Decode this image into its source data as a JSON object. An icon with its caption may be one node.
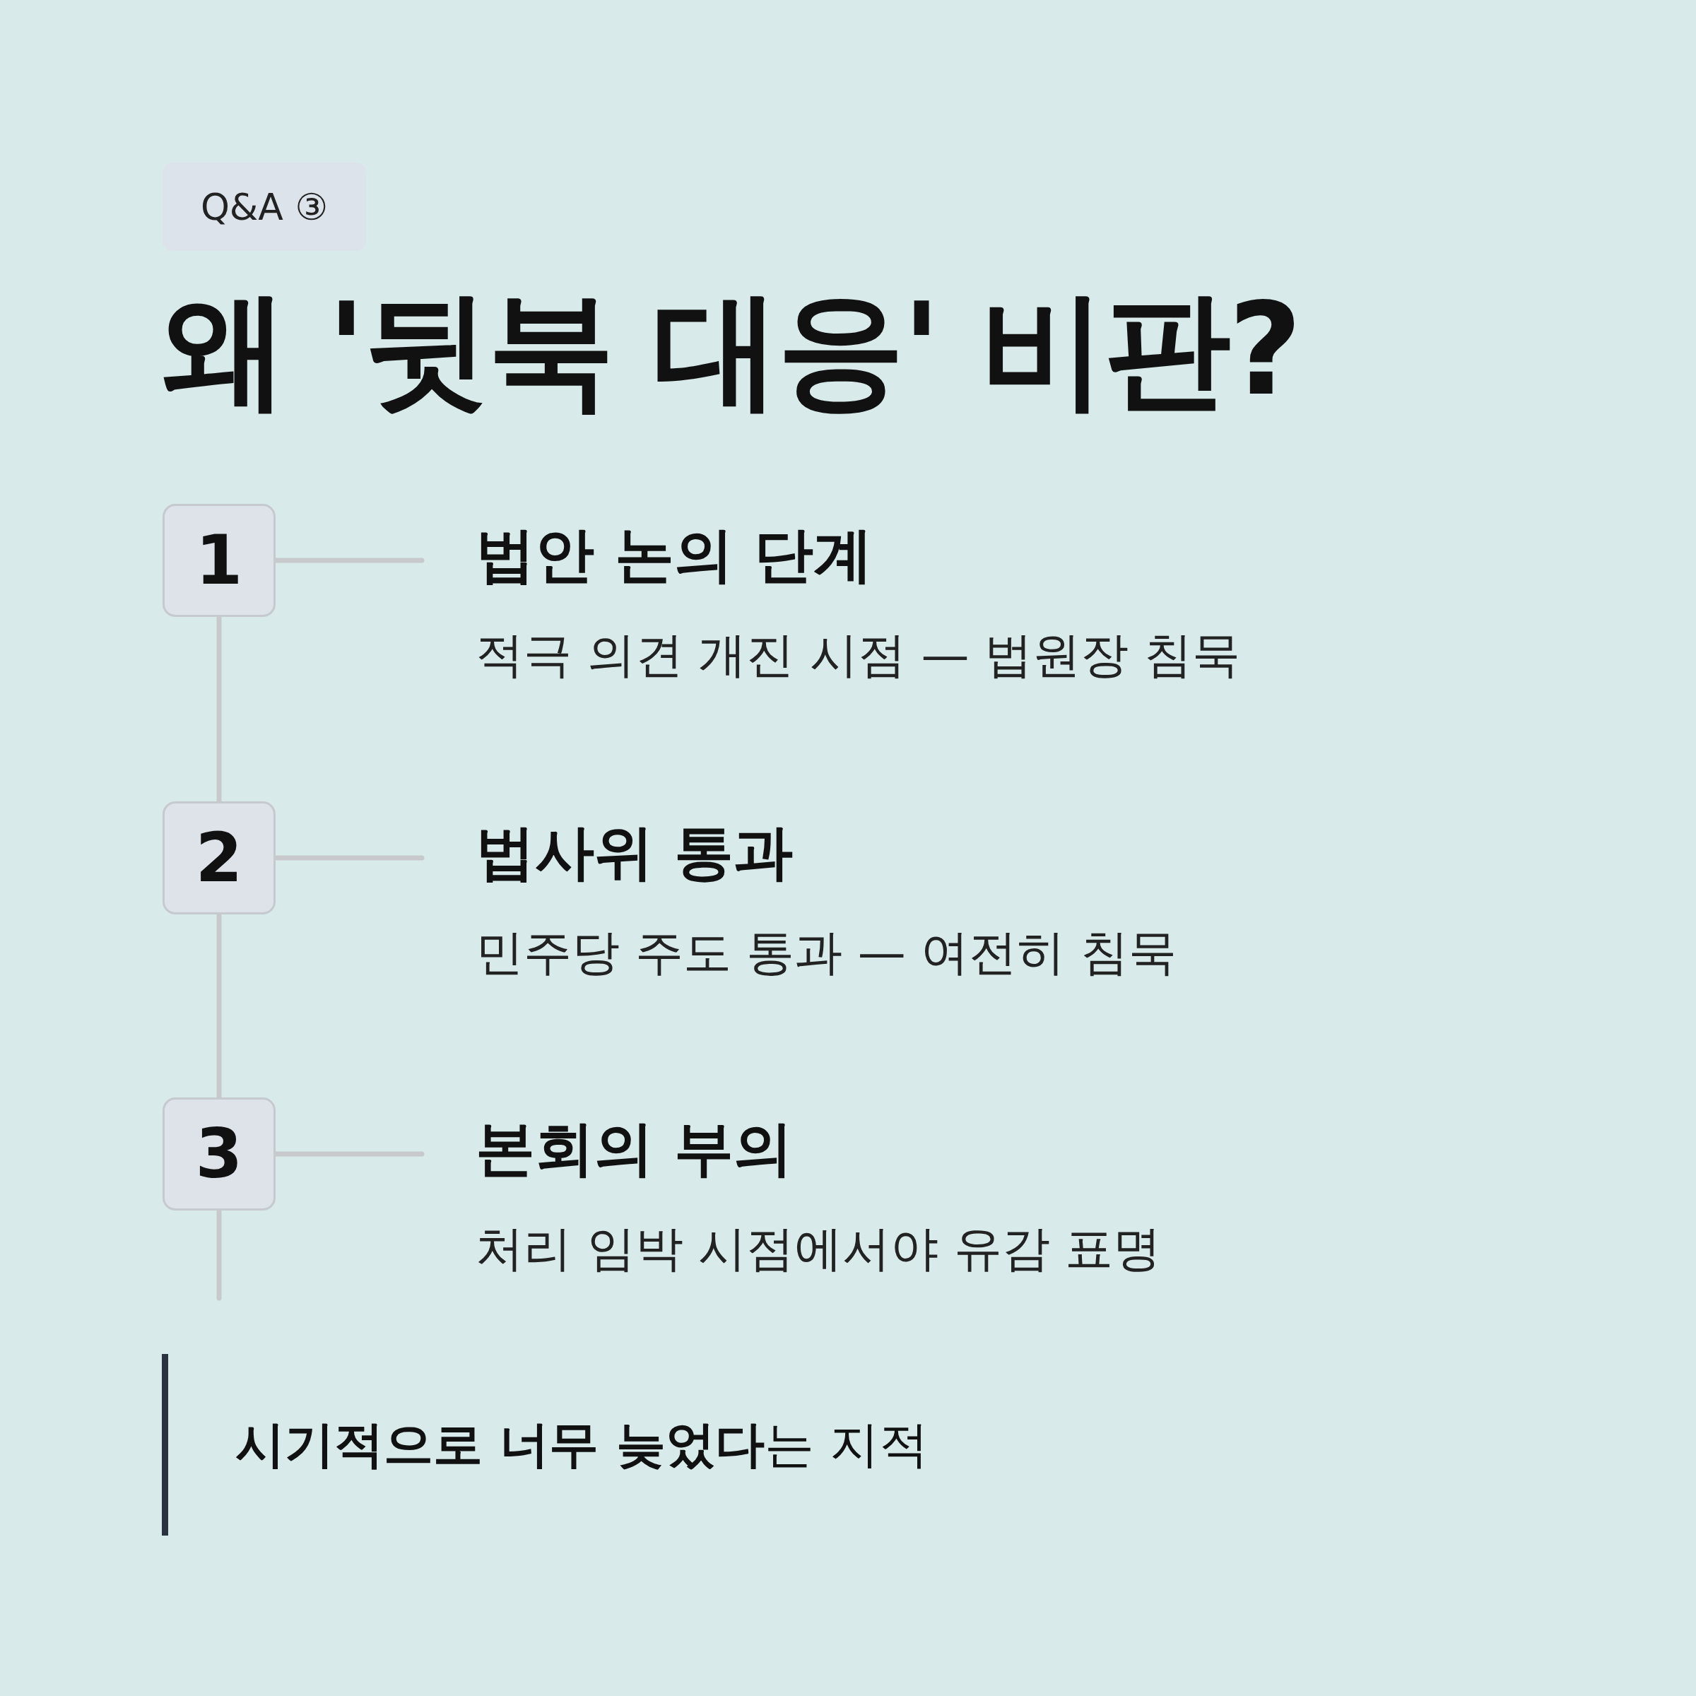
{
  "diagram": {
    "title": "왜 '뒷북 대응' 비판?",
    "nodes": [
      {
        "text": [
          "Q&A ③"
        ]
      },
      {
        "text": [
          "1"
        ]
      },
      {
        "text": [
          "법안 논의 단계",
          "적극 의견 개진 시점 — 법원장 침묵"
        ]
      },
      {
        "text": [
          "2"
        ]
      },
      {
        "text": [
          "법사위 통과",
          "민주당 주도 통과 — 여전히 침묵"
        ]
      },
      {
        "text": [
          "3"
        ]
      },
      {
        "text": [
          "본회의 부의",
          "처리 임박 시점에서야 유감 표명"
        ]
      },
      {
        "text": [
          "**시기적으로 너무 늦었다**는 지적"
        ]
      }
    ],
    "edges": [
      {
        "from": 1,
        "to": 2,
        "arrow": "none"
      },
      {
        "from": 3,
        "to": 4,
        "arrow": "none"
      },
      {
        "from": 5,
        "to": 6,
        "arrow": "none"
      },
      {
        "from": 1,
        "to": 3,
        "arrow": "none"
      },
      {
        "from": 3,
        "to": 5,
        "arrow": "none"
      },
      {
        "from": 5,
        "to": null,
        "arrow": "none"
      }
    ]
  }
}
